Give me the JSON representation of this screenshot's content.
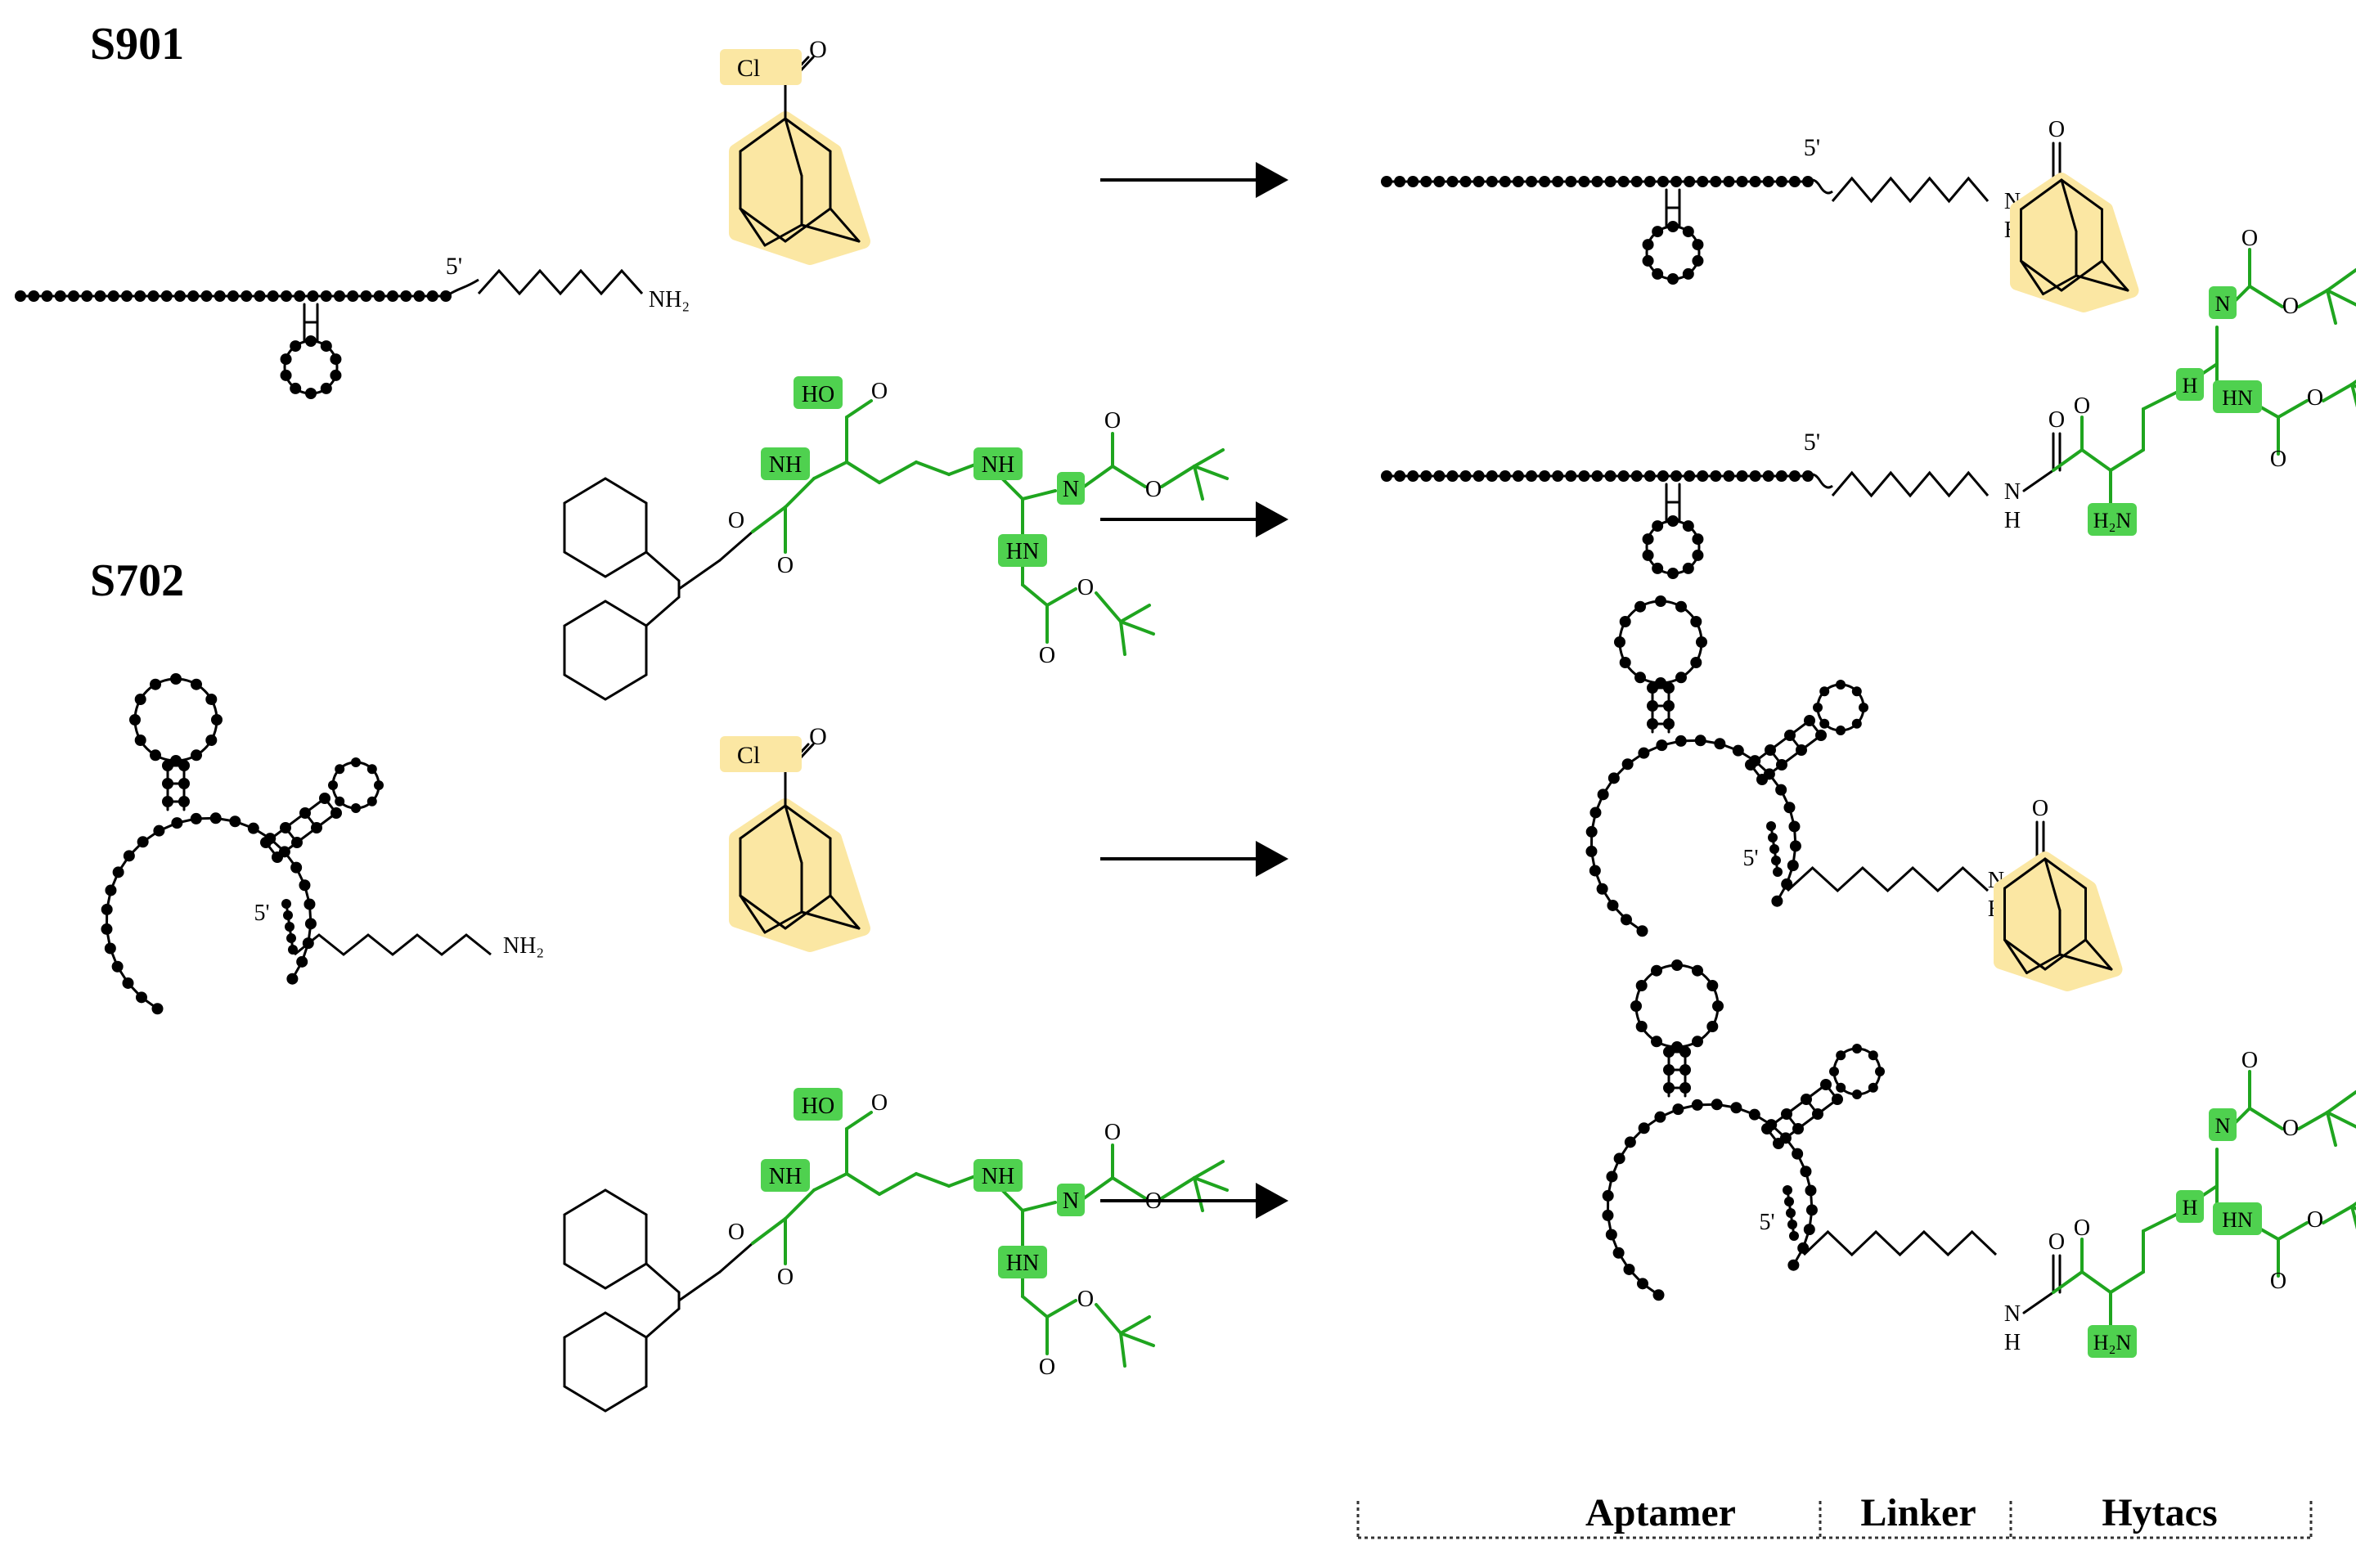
{
  "figure": {
    "constructs": [
      {
        "name": "S901"
      },
      {
        "name": "S702"
      }
    ],
    "atom_labels": {
      "nh2": "NH₂",
      "five_prime": "5'",
      "cl": "Cl",
      "o": "O",
      "oh": "HO",
      "nh": "NH",
      "n": "N",
      "hn": "HN",
      "h": "H",
      "h2n": "H₂N"
    },
    "bracket_labels": {
      "aptamer": "Aptamer",
      "linker": "Linker",
      "hytacs": "Hytacs"
    },
    "highlight_colors": {
      "adamantane": "#fbe7a3",
      "arginine": "#4fd14f",
      "arginine_line": "#1fa51f"
    }
  }
}
